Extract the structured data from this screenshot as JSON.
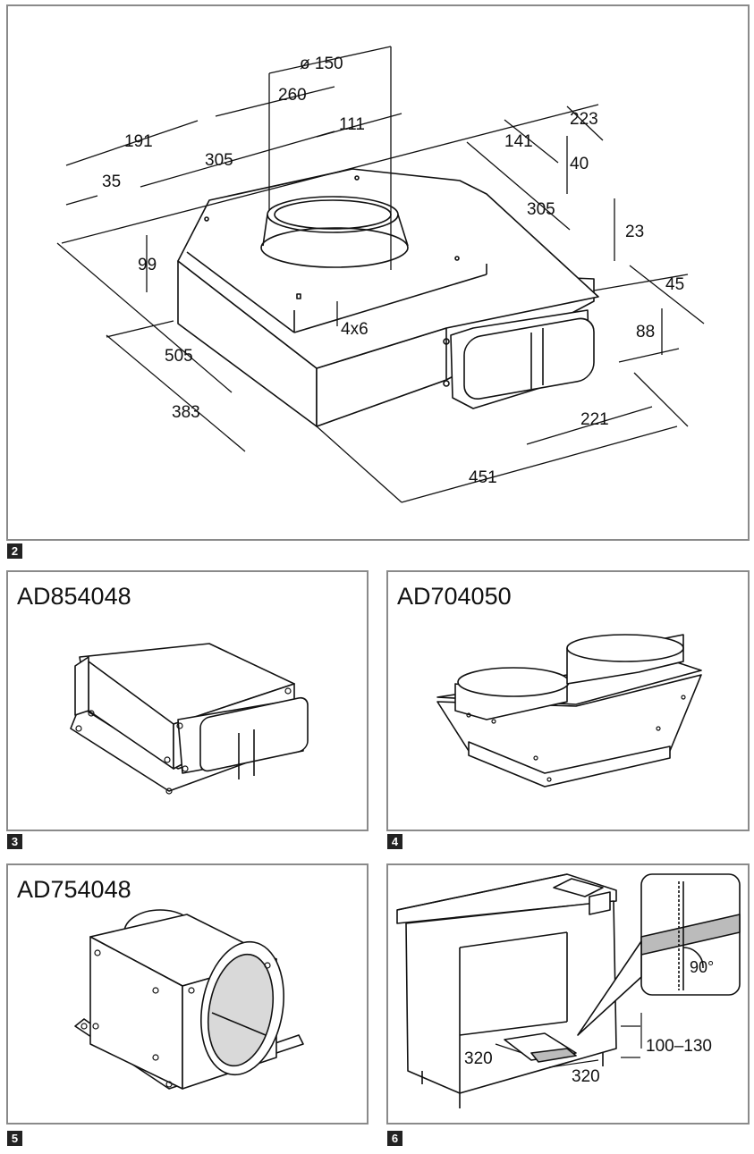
{
  "figure2": {
    "number": "2",
    "dimensions": {
      "d150": "ø 150",
      "d260": "260",
      "d191": "191",
      "d111": "111",
      "d223": "223",
      "d141": "141",
      "d305a": "305",
      "d35": "35",
      "d40": "40",
      "d305b": "305",
      "d23": "23",
      "d99": "99",
      "d45": "45",
      "d4x6": "4x6",
      "d88": "88",
      "d505": "505",
      "d383": "383",
      "d221": "221",
      "d451": "451"
    }
  },
  "figure3": {
    "number": "3",
    "title": "AD854048"
  },
  "figure4": {
    "number": "4",
    "title": "AD704050"
  },
  "figure5": {
    "number": "5",
    "title": "AD754048"
  },
  "figure6": {
    "number": "6",
    "labels": {
      "angle": "90°",
      "height": "100–130",
      "w1": "320",
      "w2": "320"
    }
  }
}
